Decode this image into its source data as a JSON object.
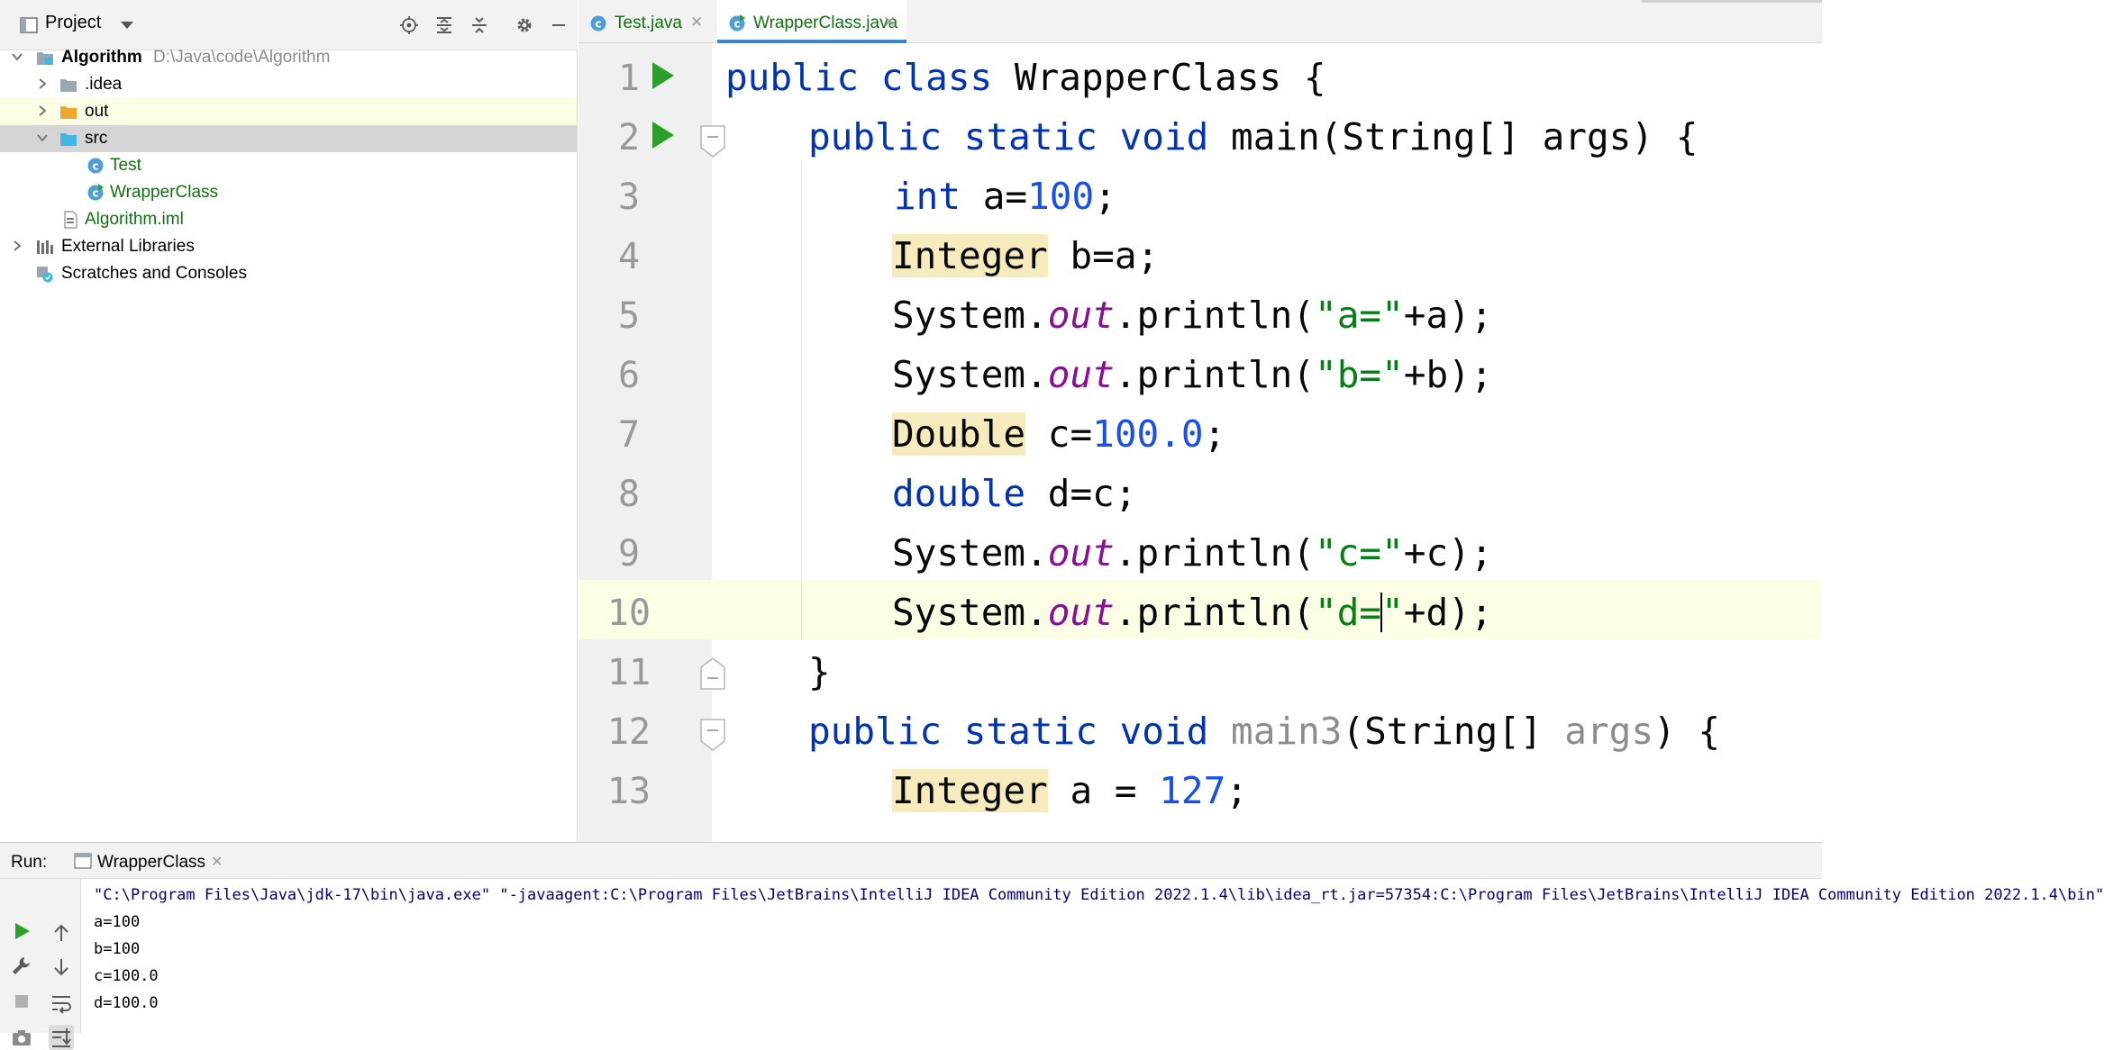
{
  "project_panel": {
    "title": "Project",
    "tree": {
      "root_name": "Algorithm",
      "root_path": "D:\\Java\\code\\Algorithm",
      "idea": ".idea",
      "out": "out",
      "src": "src",
      "test": "Test",
      "wrapper": "WrapperClass",
      "iml": "Algorithm.iml",
      "ext_libs": "External Libraries",
      "scratches": "Scratches and Consoles"
    }
  },
  "editor": {
    "tabs": [
      {
        "label": "Test.java"
      },
      {
        "label": "WrapperClass.java"
      }
    ],
    "line_numbers": [
      "1",
      "2",
      "3",
      "4",
      "5",
      "6",
      "7",
      "8",
      "9",
      "10",
      "11",
      "12",
      "13"
    ],
    "active_line": "10"
  },
  "code": {
    "l1": {
      "kw_public": "public",
      "kw_class": "class",
      "name": "WrapperClass",
      "brace": "{"
    },
    "l2": {
      "kw": "public static void",
      "rest": " main(String[] args) {"
    },
    "l3": {
      "kw": "int",
      "mid": " a=",
      "num": "100",
      "end": ";"
    },
    "l4": {
      "type": "Integer",
      "rest": " b=a;"
    },
    "l5": {
      "pre": "System.",
      "field": "out",
      "mid": ".println(",
      "str": "\"a=\"",
      "end": "+a);"
    },
    "l6": {
      "pre": "System.",
      "field": "out",
      "mid": ".println(",
      "str": "\"b=\"",
      "end": "+b);"
    },
    "l7": {
      "type": "Double",
      "mid": " c=",
      "num": "100.0",
      "end": ";"
    },
    "l8": {
      "kw": "double",
      "rest": " d=c;"
    },
    "l9": {
      "pre": "System.",
      "field": "out",
      "mid": ".println(",
      "str": "\"c=\"",
      "end": "+c);"
    },
    "l10": {
      "pre": "System.",
      "field": "out",
      "mid": ".println(",
      "str_a": "\"d=",
      "str_b": "\"",
      "end": "+d);"
    },
    "l11": {
      "brace": "}"
    },
    "l12": {
      "kw": "public static void",
      "name": " main3",
      "paren": "(String[] ",
      "arg": "args",
      "end": ") {"
    },
    "l13": {
      "type": "Integer",
      "mid": " a = ",
      "num": "127",
      "end": ";"
    }
  },
  "run_panel": {
    "label": "Run:",
    "tab": "WrapperClass",
    "console": {
      "command": "\"C:\\Program Files\\Java\\jdk-17\\bin\\java.exe\" \"-javaagent:C:\\Program Files\\JetBrains\\IntelliJ IDEA Community Edition 2022.1.4\\lib\\idea_rt.jar=57354:C:\\Program Files\\JetBrains\\IntelliJ IDEA Community Edition 2022.1.4\\bin\"",
      "out1": "a=100",
      "out2": "b=100",
      "out3": "c=100.0",
      "out4": "d=100.0"
    }
  },
  "colors": {
    "keyword": "#0033b3",
    "number": "#1750eb",
    "string": "#067d17",
    "static_field": "#871094",
    "class_highlight": "#f6ebbc",
    "current_line": "#fdfce5",
    "run_green": "#2aa02a",
    "selection": "#d5d5d5"
  },
  "icons": [
    "project-icon",
    "chevron-down-icon",
    "locate-icon",
    "expand-all-icon",
    "collapse-all-icon",
    "gear-icon",
    "minimize-icon",
    "folder-icon",
    "module-icon",
    "class-icon",
    "runnable-class-icon",
    "iml-file-icon",
    "libraries-icon",
    "scratches-icon",
    "run-icon",
    "fold-icon",
    "rerun-icon",
    "stop-icon",
    "wrench-icon",
    "camera-icon",
    "up-arrow-icon",
    "down-arrow-icon",
    "soft-wrap-icon",
    "scroll-to-end-icon",
    "close-icon"
  ]
}
